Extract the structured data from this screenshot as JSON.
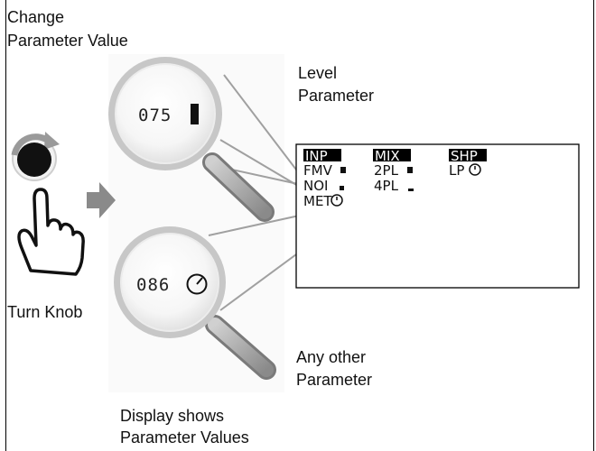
{
  "title": [
    "Change",
    "Parameter Value"
  ],
  "knob_caption": "Turn Knob",
  "level_caption": [
    "Level",
    "Parameter"
  ],
  "other_caption": [
    "Any other",
    "Parameter"
  ],
  "display_caption": [
    "Display shows",
    "Parameter Values"
  ],
  "magnifier_top": {
    "value": "075",
    "indicator": "bar-indicator"
  },
  "magnifier_bottom": {
    "value": "086",
    "indicator": "dial-indicator"
  },
  "lcd": {
    "headers": [
      "INP",
      "MIX",
      "SHP"
    ],
    "rows": [
      [
        "FMV",
        "2PL",
        "LP"
      ],
      [
        "NOI",
        "4PL",
        ""
      ],
      [
        "MET",
        "",
        ""
      ]
    ]
  },
  "colors": {
    "line": "#999999",
    "frame": "#000000",
    "lens_rim": "#bdbdbd",
    "arrow": "#8a8a8a"
  }
}
